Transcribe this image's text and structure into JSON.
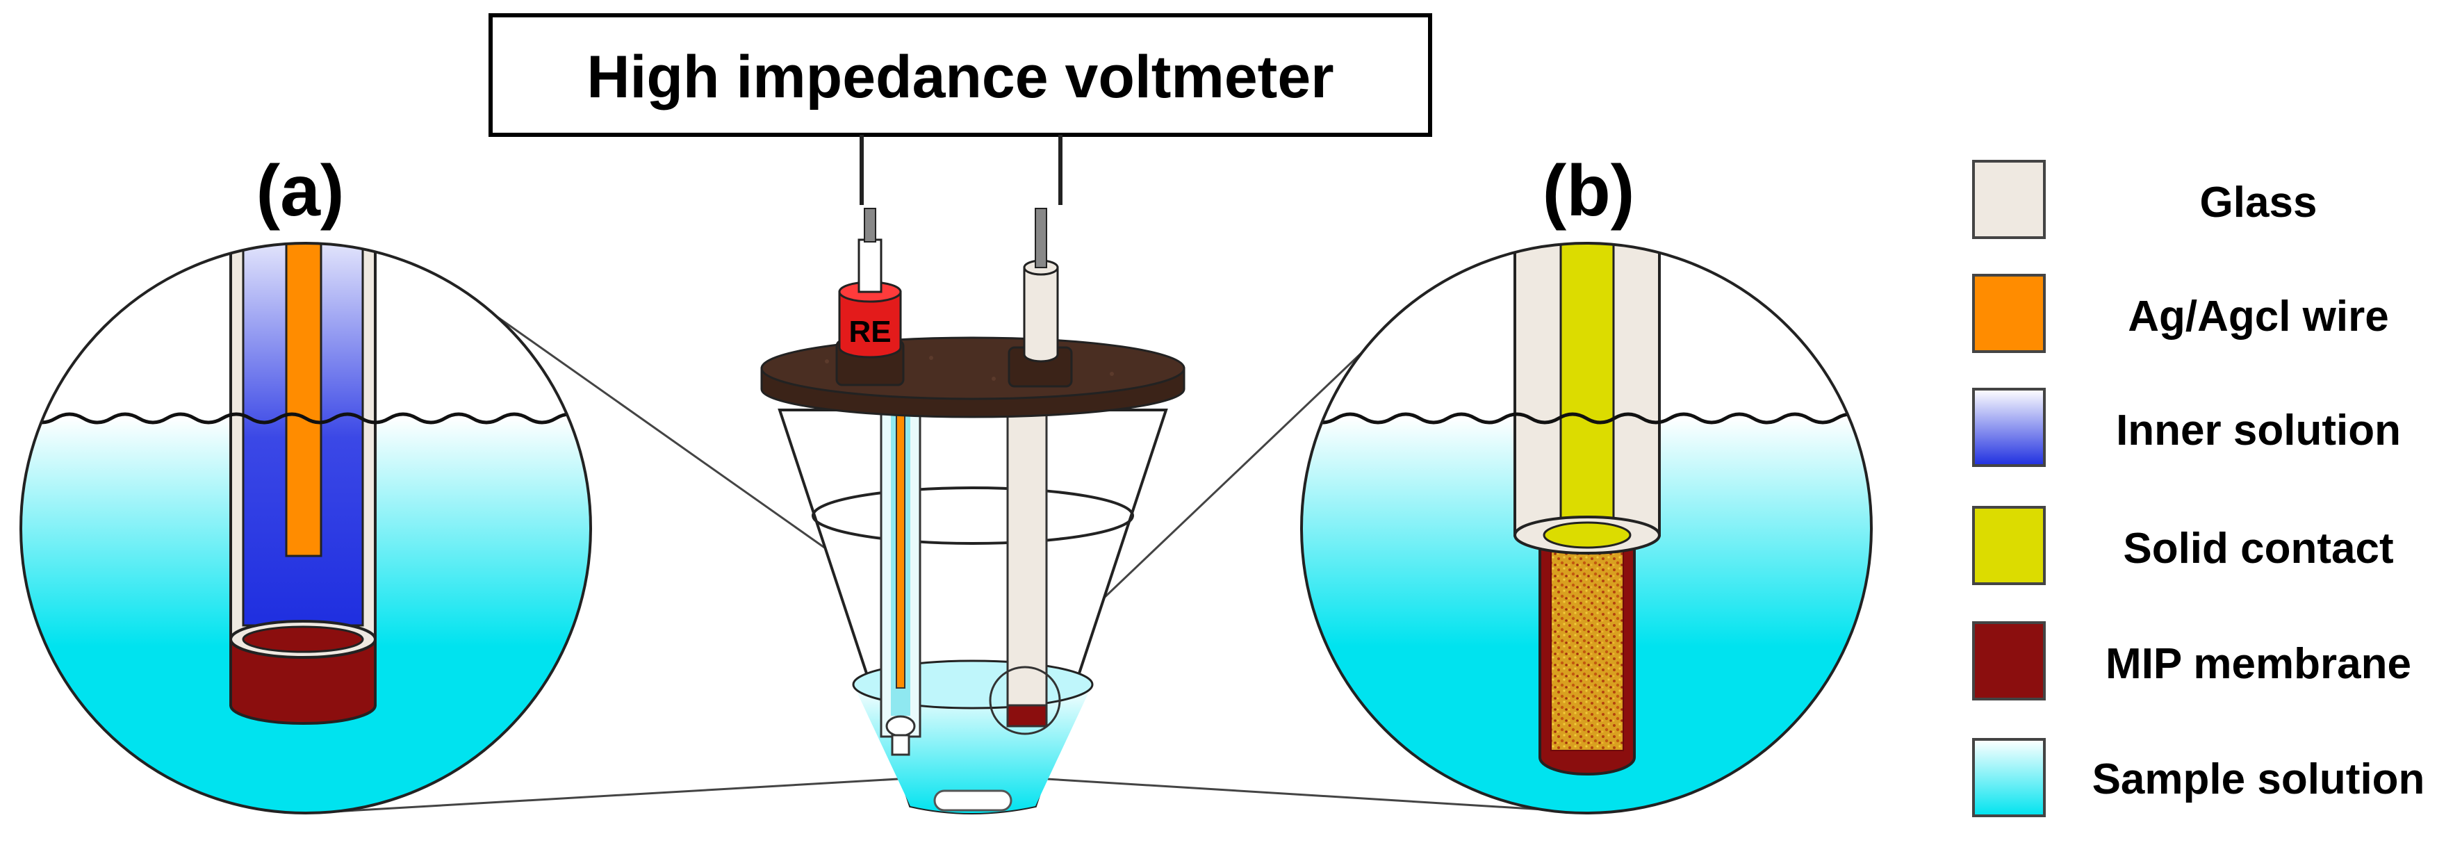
{
  "title": "High impedance voltmeter",
  "panel_a_label": "(a)",
  "panel_b_label": "(b)",
  "reference_electrode_label": "RE",
  "legend": [
    {
      "label": "Glass",
      "color": "#efe9e1",
      "icon": "glass-swatch"
    },
    {
      "label": "Ag/Agcl wire",
      "color": "#ff8c00",
      "icon": "agcl-wire-swatch"
    },
    {
      "label": "Inner solution",
      "color": "#2433e0",
      "color2": "#ffffff",
      "icon": "inner-solution-swatch"
    },
    {
      "label": "Solid contact",
      "color": "#dcdc00",
      "icon": "solid-contact-swatch"
    },
    {
      "label": "MIP membrane",
      "color": "#8b0e0e",
      "icon": "mip-membrane-swatch"
    },
    {
      "label": "Sample solution",
      "color": "#00e0ee",
      "color2": "#ffffff",
      "icon": "sample-solution-swatch"
    }
  ],
  "colors": {
    "sample_top": "#ffffff",
    "sample_bottom": "#00e3ef",
    "inner_top": "#ffffff",
    "inner_bottom": "#1f2fe0",
    "glass": "#efe9e1",
    "wire": "#ff8c00",
    "membrane": "#8b0e0e",
    "solid_contact": "#dcdc00",
    "lid": "#4a2e22",
    "re_cap": "#e31b1b"
  }
}
